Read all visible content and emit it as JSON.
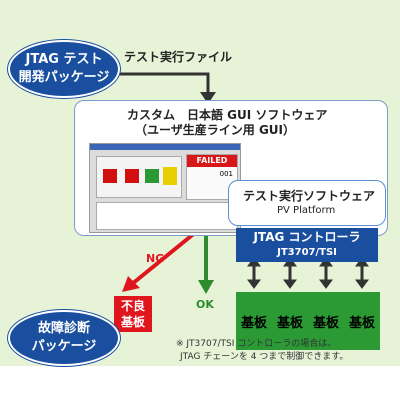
{
  "jtag_package": {
    "line1": "JTAG テスト",
    "line2": "開発パッケージ"
  },
  "test_file_label": "テスト実行ファイル",
  "custom_gui": {
    "line1": "カスタム　日本語 GUI ソフトウェア",
    "line2": "（ユーザ生産ライン用 GUI）"
  },
  "gui_screenshot": {
    "failed_text": "FAILED",
    "counter_value": "001"
  },
  "test_software": {
    "title": "テスト実行ソフトウェア",
    "subtitle": "PV Platform"
  },
  "controller": {
    "title": "JTAG コントローラ",
    "model": "JT3707/TSI"
  },
  "boards": [
    "基板",
    "基板",
    "基板",
    "基板"
  ],
  "ng_label": "NG",
  "ok_label": "OK",
  "defective_board": {
    "line1": "不良",
    "line2": "基板"
  },
  "diagnosis_package": {
    "line1": "故障診断",
    "line2": "パッケージ"
  },
  "note": {
    "line1": "※ JT3707/TSI コントローラの場合は、",
    "line2": "JTAG チェーンを 4 つまで制御できます。"
  },
  "colors": {
    "brand_blue": "#1a4fa0",
    "board_green": "#2b9a34",
    "ng_red": "#e0161f",
    "ok_green": "#2e8b2e"
  }
}
